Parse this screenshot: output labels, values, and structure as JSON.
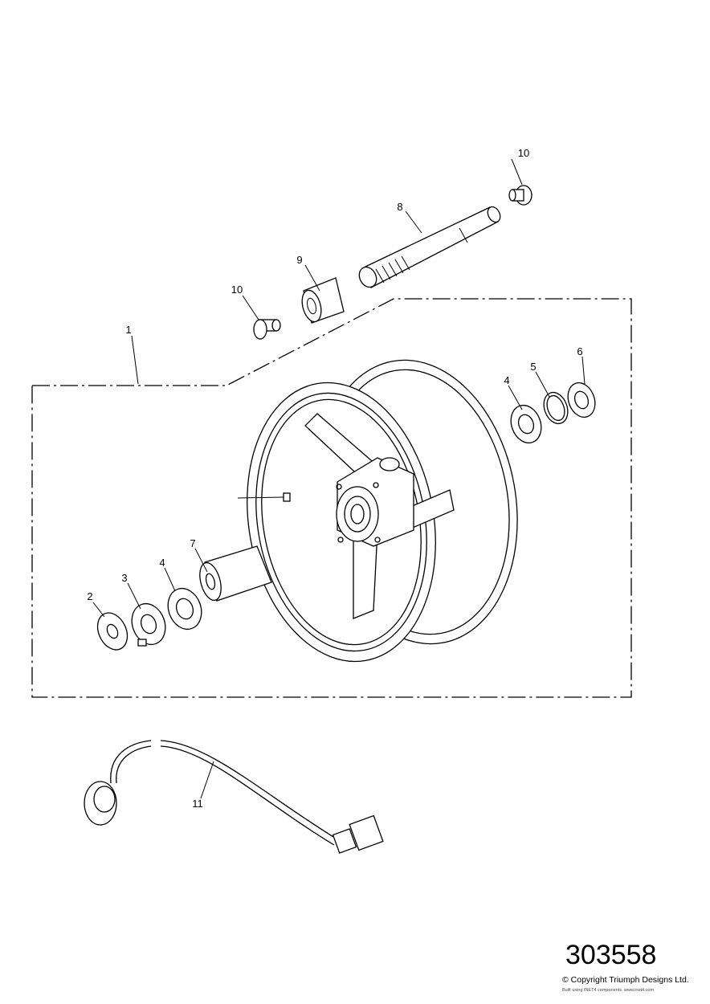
{
  "diagram": {
    "callouts": {
      "axle_cap_right": "10",
      "axle": "8",
      "spacer": "9",
      "axle_cap_left": "10",
      "wheel_assembly": "1",
      "washer_right": "6",
      "circlip": "5",
      "bearing_right": "4",
      "sleeve": "7",
      "bearing_left": "4",
      "abs_ring": "3",
      "washer_left": "2",
      "sensor": "11"
    },
    "reference_number": "303558",
    "copyright": "© Copyright Triumph Designs Ltd.",
    "built_with": "Built using INET4 components. www.inet4.com"
  }
}
